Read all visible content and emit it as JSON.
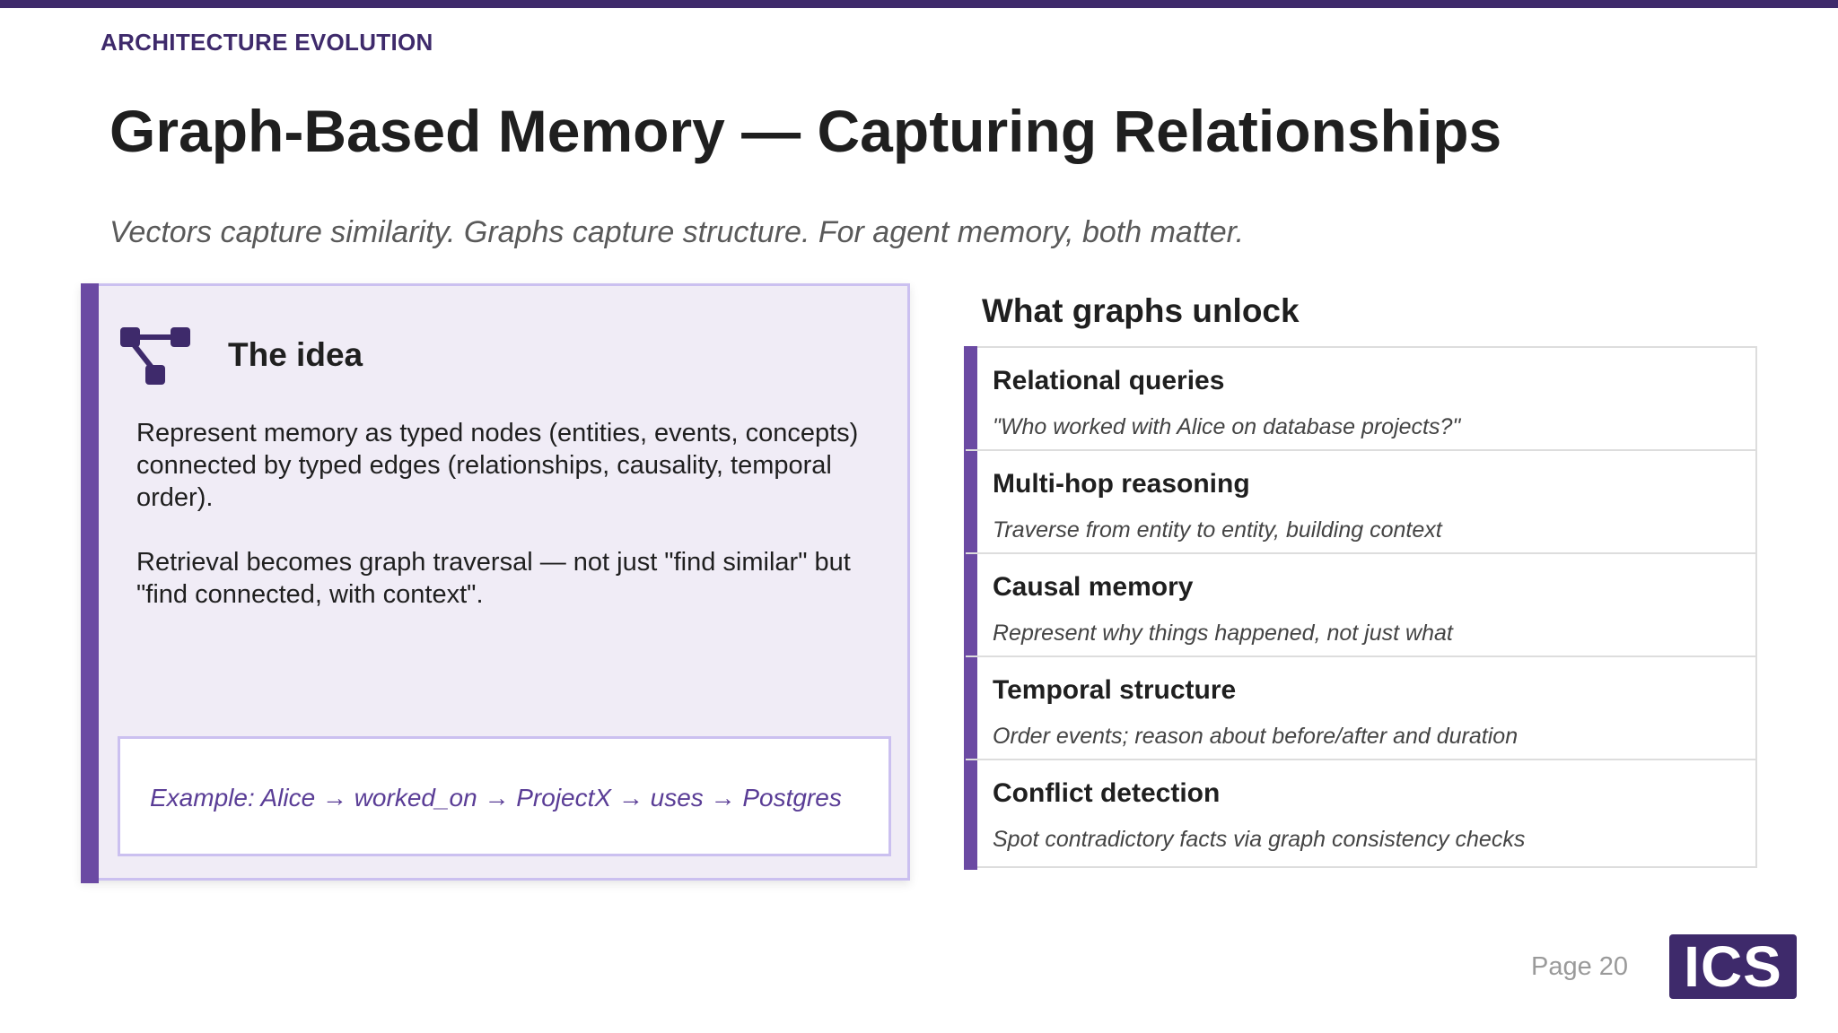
{
  "header": {
    "section_label": "ARCHITECTURE EVOLUTION",
    "title": "Graph-Based Memory — Capturing Relationships",
    "subtitle": "Vectors capture similarity. Graphs capture structure. For agent memory, both matter."
  },
  "idea_card": {
    "icon": "graph-nodes-icon",
    "heading": "The idea",
    "paragraphs": [
      "Represent memory as typed nodes (entities, events, concepts) connected by typed edges (relationships, causality, temporal order).",
      "Retrieval becomes graph traversal — not just \"find similar\" but \"find connected, with context\"."
    ],
    "example": "Example:  Alice → worked_on → ProjectX → uses → Postgres"
  },
  "unlocks": {
    "heading": "What graphs unlock",
    "items": [
      {
        "title": "Relational queries",
        "desc": "\"Who worked with Alice on database projects?\""
      },
      {
        "title": "Multi-hop reasoning",
        "desc": "Traverse from entity to entity, building context"
      },
      {
        "title": "Causal memory",
        "desc": "Represent why things happened, not just what"
      },
      {
        "title": "Temporal structure",
        "desc": "Order events; reason about before/after and duration"
      },
      {
        "title": "Conflict detection",
        "desc": "Spot contradictory facts via graph consistency checks"
      }
    ]
  },
  "footer": {
    "page": "Page 20",
    "logo_text": "ICS"
  },
  "colors": {
    "brand": "#3e2a6b",
    "accent": "#6b4aa3",
    "card_bg": "#f0ecf6",
    "card_border": "#cbc0f0"
  }
}
